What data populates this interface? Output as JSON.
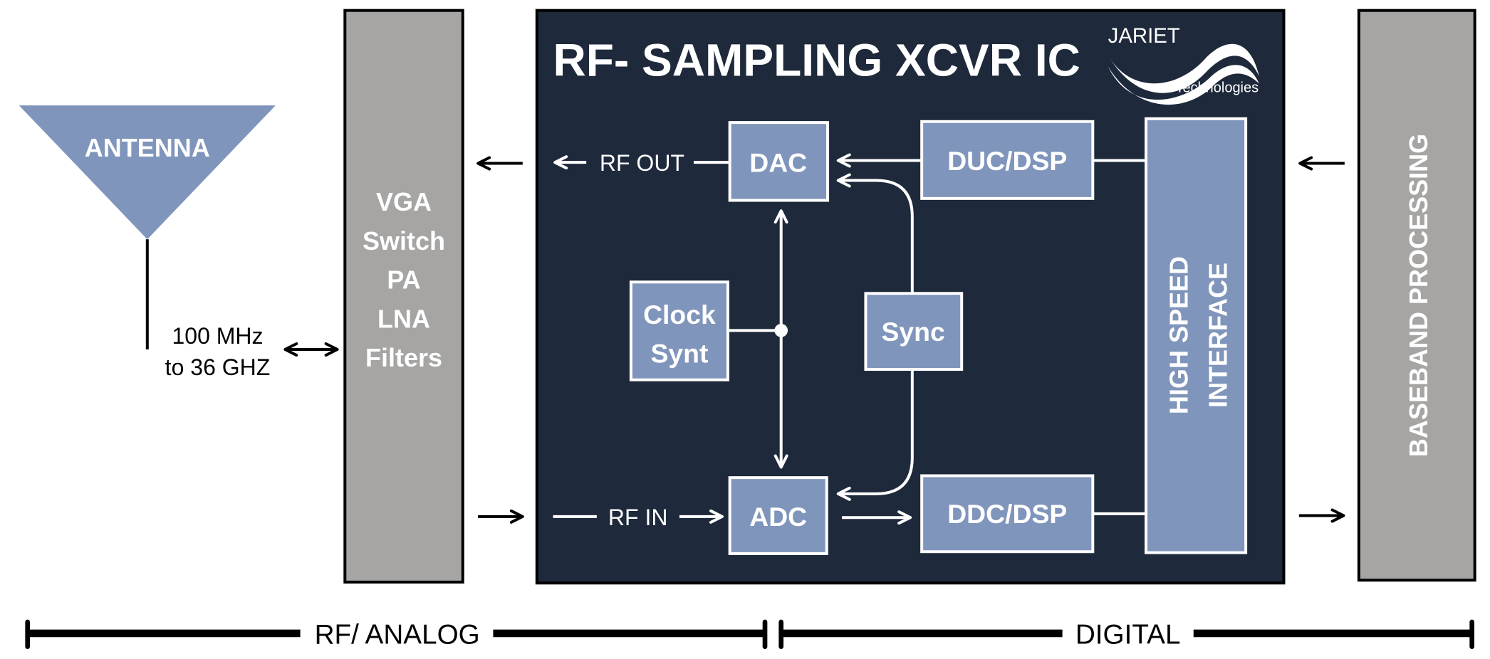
{
  "colors": {
    "chip_bg": "#1e293b",
    "block_fill": "#8095bb",
    "block_border": "#ffffff",
    "gray_block": "#a6a5a3",
    "gray_text": "#ffffff",
    "line_white": "#ffffff",
    "line_black": "#000000"
  },
  "antenna": {
    "label": "ANTENNA",
    "freq_line1": "100 MHz",
    "freq_line2": "to 36 GHZ"
  },
  "rf_frontend": {
    "lines": [
      "VGA",
      "Switch",
      "PA",
      "LNA",
      "Filters"
    ]
  },
  "chip": {
    "title": "RF- SAMPLING XCVR IC",
    "logo": {
      "name": "JARIET",
      "sub": "Technologies"
    },
    "rf_out_label": "RF OUT",
    "rf_in_label": "RF IN",
    "blocks": {
      "dac": "DAC",
      "adc": "ADC",
      "clock_line1": "Clock",
      "clock_line2": "Synt",
      "sync": "Sync",
      "duc": "DUC/DSP",
      "ddc": "DDC/DSP",
      "hsi_line1": "HIGH SPEED",
      "hsi_line2": "INTERFACE"
    }
  },
  "baseband": {
    "label": "BASEBAND PROCESSING"
  },
  "domains": {
    "analog": "RF/ ANALOG",
    "digital": "DIGITAL"
  }
}
